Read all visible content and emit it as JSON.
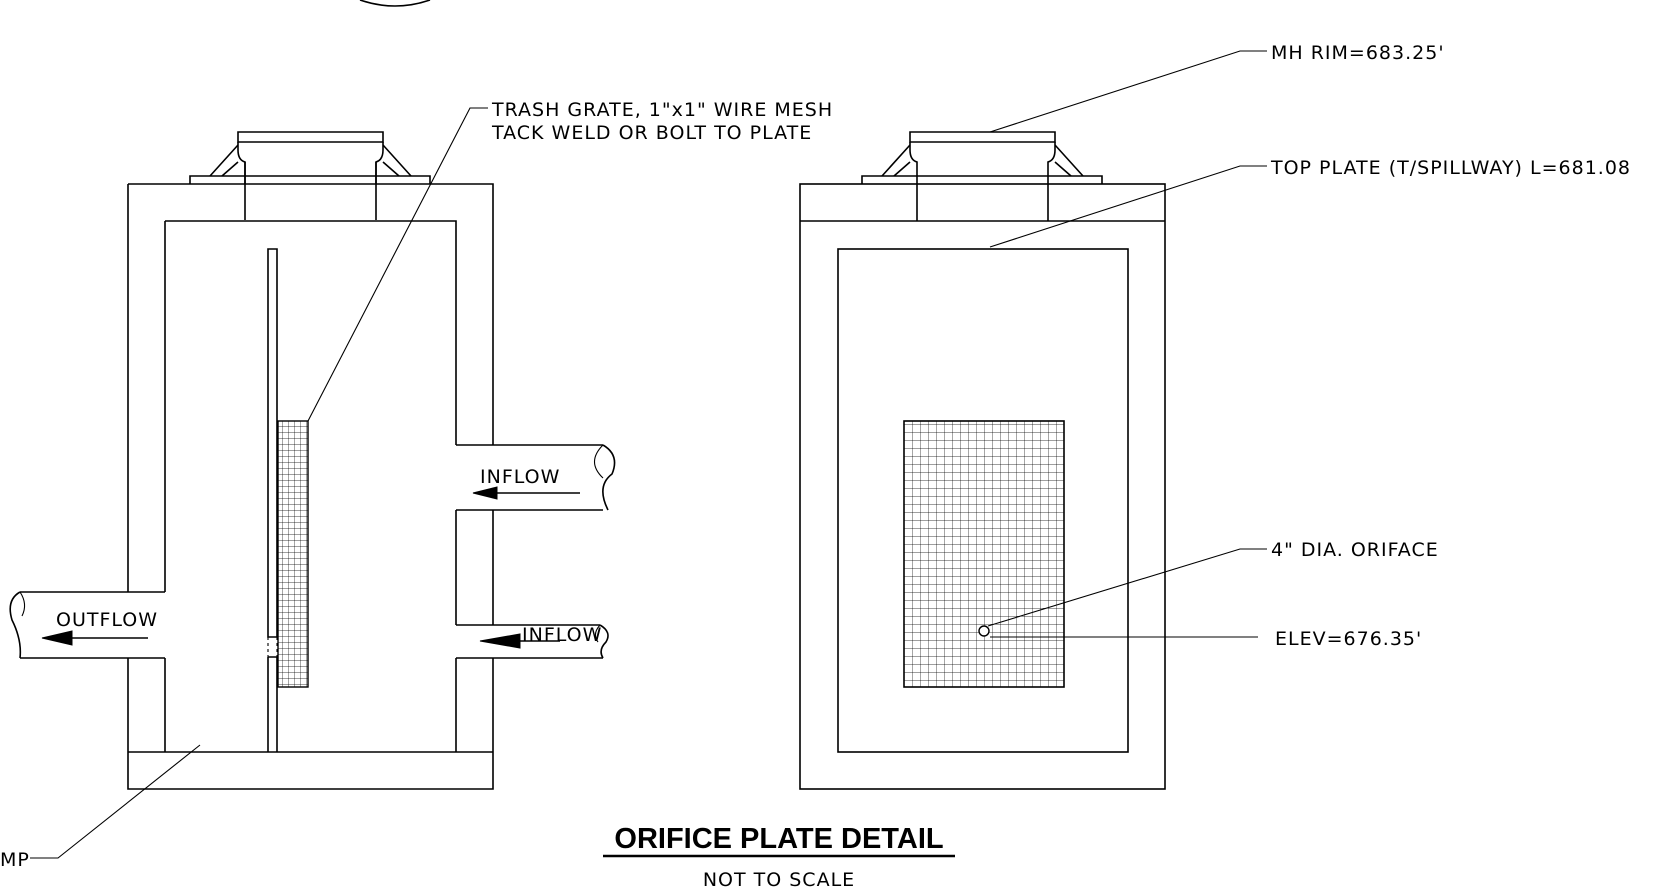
{
  "title": "ORIFICE PLATE DETAIL",
  "subtitle": "NOT TO SCALE",
  "section_labels": {
    "trash_grate_line1": "TRASH GRATE, 1\"x1\" WIRE MESH",
    "trash_grate_line2": "TACK WELD OR BOLT TO PLATE",
    "inflow_upper": "INFLOW",
    "inflow_lower": "INFLOW",
    "outflow": "OUTFLOW",
    "sump_fragment": "MP"
  },
  "elevation_labels": {
    "mh_rim": "MH RIM=683.25'",
    "top_plate": "TOP PLATE (T/SPILLWAY) L=681.08",
    "orifice": "4\" DIA. ORIFACE",
    "orifice_elev": "ELEV=676.35'"
  },
  "colors": {
    "line": "#000000",
    "background": "#ffffff"
  }
}
